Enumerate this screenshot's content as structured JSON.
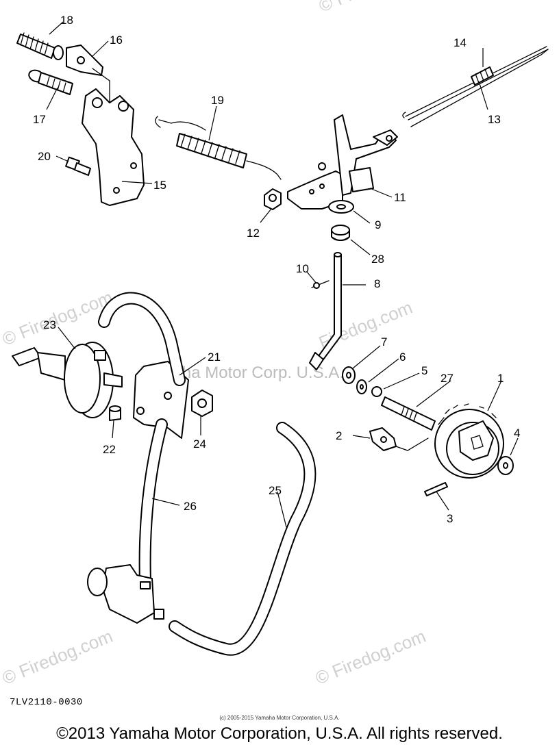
{
  "diagram": {
    "callouts": [
      "1",
      "2",
      "3",
      "4",
      "5",
      "6",
      "7",
      "8",
      "9",
      "10",
      "11",
      "12",
      "13",
      "14",
      "15",
      "16",
      "17",
      "18",
      "19",
      "20",
      "21",
      "22",
      "23",
      "24",
      "25",
      "26",
      "27",
      "28"
    ],
    "watermarks": [
      "© Firedog.com",
      "Firedog.com",
      "© Firedog.com",
      "© Firedog.com",
      "© Firedog.com"
    ],
    "background_watermark": "Yamaha Motor Corp. U.S.A."
  },
  "footer": {
    "drawing_code": "7LV2110-0030",
    "small_copyright": "(c) 2005-2015 Yamaha Motor Corporation, U.S.A.",
    "copyright": "©2013 Yamaha Motor Corporation, U.S.A. All rights reserved."
  }
}
